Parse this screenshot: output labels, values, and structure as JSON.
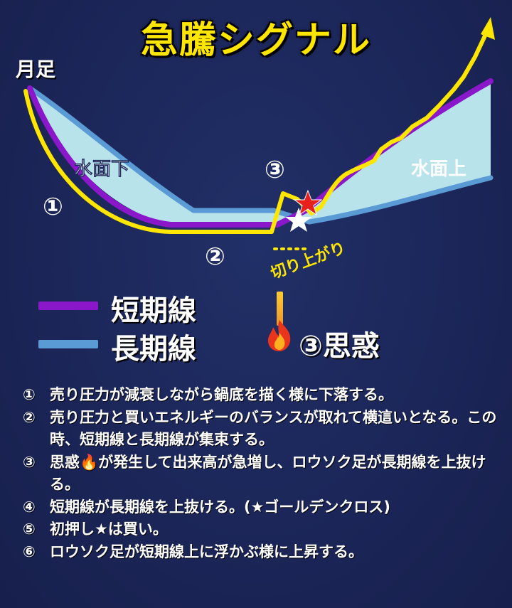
{
  "title": "急騰シグナル",
  "timeframe_label": "月足",
  "zone_labels": {
    "below": "水面下",
    "above": "水面上"
  },
  "markers": {
    "m1": "①",
    "m2": "②",
    "m3": "③"
  },
  "breakout_label": "切り上がり",
  "legend": {
    "short": "短期線",
    "long": "長期線",
    "flame": "③思惑"
  },
  "notes": [
    {
      "num": "①",
      "text": "売り圧力が減衰しながら鍋底を描く様に下落する。"
    },
    {
      "num": "②",
      "text": "売り圧力と買いエネルギーのバランスが取れて横這いとなる。この時、短期線と長期線が集束する。"
    },
    {
      "num": "③",
      "text": "思惑🔥が発生して出来高が急増し、ロウソク足が長期線を上抜ける。"
    },
    {
      "num": "④",
      "text": "短期線が長期線を上抜ける。(★ゴールデンクロス)"
    },
    {
      "num": "⑤",
      "text": "初押し★は買い。"
    },
    {
      "num": "⑥",
      "text": "ロウソク足が短期線上に浮かぶ様に上昇する。"
    }
  ],
  "colors": {
    "background": "#1b2557",
    "title": "#ffe600",
    "price_line": "#ffe600",
    "short_line": "#8a17c9",
    "long_line": "#5b9bd5",
    "fill": "#b9e3ea",
    "star_red": "#e8201c",
    "star_white": "#ffffff"
  }
}
